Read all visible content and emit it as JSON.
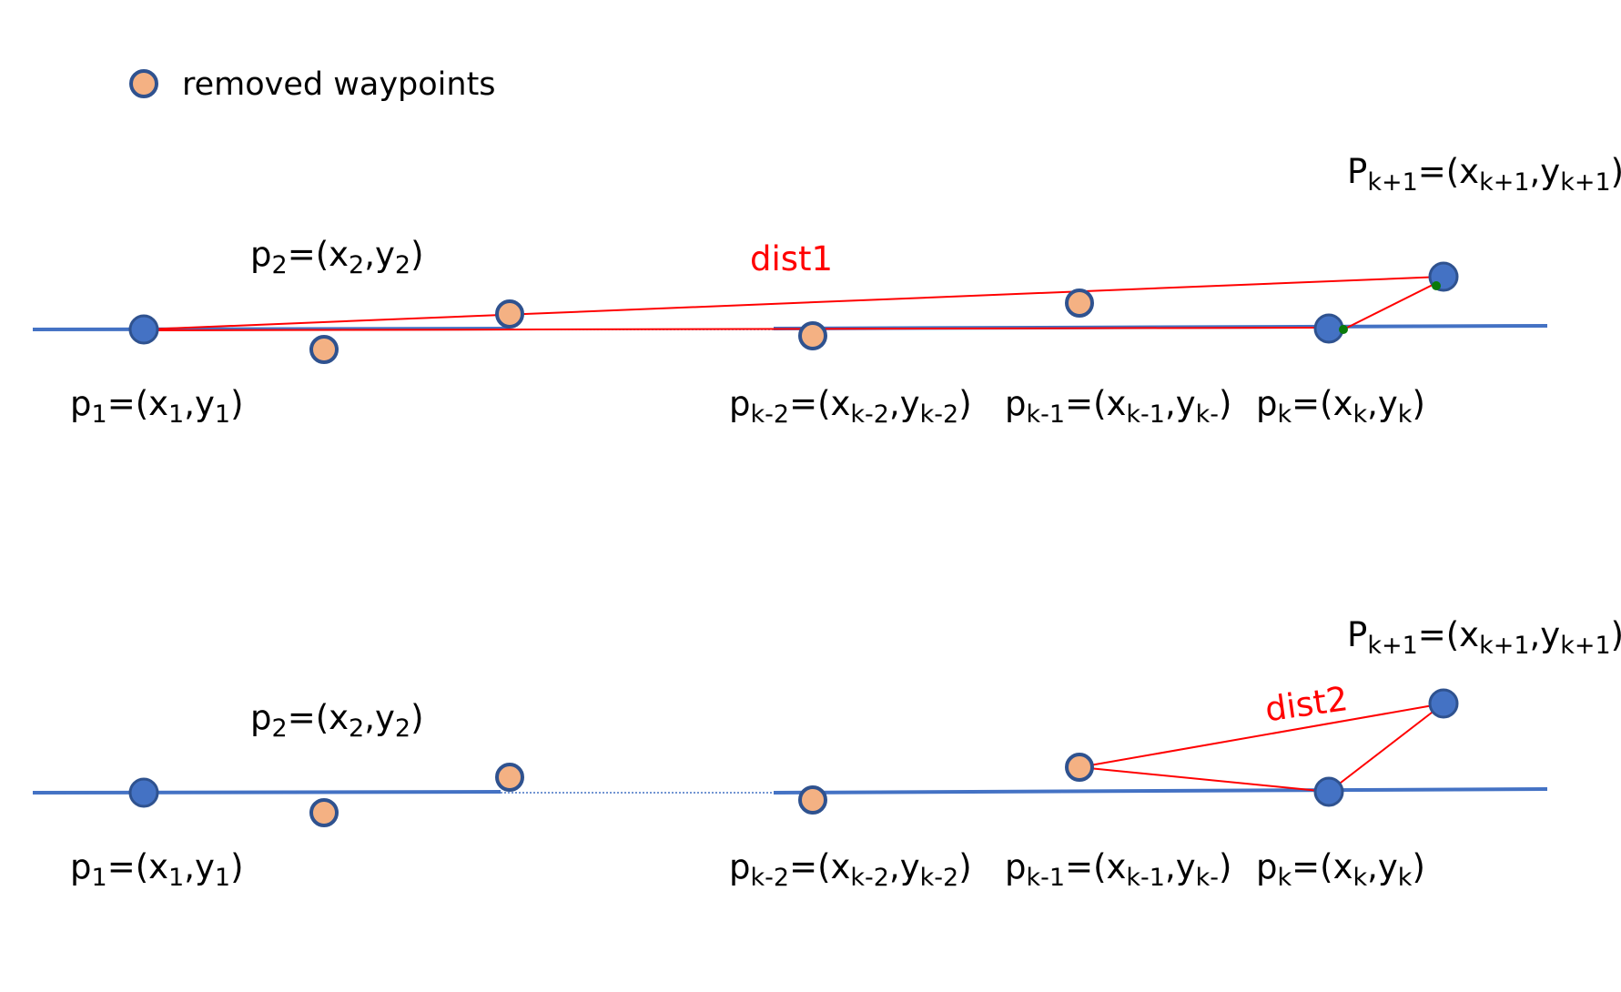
{
  "colors": {
    "kept": "#4472c4",
    "removed": "#f4b183",
    "outline": "#2f528f",
    "route": "#4472c4",
    "dist": "#ff0000",
    "projection": "#0a7a0a"
  },
  "legend": {
    "icon": "orange-circle-icon",
    "label": "removed waypoints"
  },
  "panels": [
    {
      "dist_label": "dist1",
      "labels": {
        "p1": {
          "base": "p",
          "sub1": "1",
          "mid1": "=(x",
          "sub2": "1",
          "mid2": ",y",
          "sub3": "1",
          "tail": ")"
        },
        "p2": {
          "base": "p",
          "sub1": "2",
          "mid1": "=(x",
          "sub2": "2",
          "mid2": ",y",
          "sub3": "2",
          "tail": ")"
        },
        "pkm2": {
          "base": "p",
          "sub1": "k-2",
          "mid1": "=(x",
          "sub2": "k-2",
          "mid2": ",y",
          "sub3": "k-2",
          "tail": ")"
        },
        "pkm1": {
          "base": "p",
          "sub1": "k-1",
          "mid1": "=(x",
          "sub2": "k-1",
          "mid2": ",y",
          "sub3": "k-",
          "tail": ")"
        },
        "pk": {
          "base": "p",
          "sub1": "k",
          "mid1": "=(x",
          "sub2": "k",
          "mid2": ",y",
          "sub3": "k",
          "tail": ")"
        },
        "pkp1": {
          "base": "P",
          "sub1": "k+1",
          "mid1": "=(x",
          "sub2": "k+1",
          "mid2": ",y",
          "sub3": "k+1",
          "tail": ")"
        }
      }
    },
    {
      "dist_label": "dist2",
      "labels": {
        "p1": {
          "base": "p",
          "sub1": "1",
          "mid1": "=(x",
          "sub2": "1",
          "mid2": ",y",
          "sub3": "1",
          "tail": ")"
        },
        "p2": {
          "base": "p",
          "sub1": "2",
          "mid1": "=(x",
          "sub2": "2",
          "mid2": ",y",
          "sub3": "2",
          "tail": ")"
        },
        "pkm2": {
          "base": "p",
          "sub1": "k-2",
          "mid1": "=(x",
          "sub2": "k-2",
          "mid2": ",y",
          "sub3": "k-2",
          "tail": ")"
        },
        "pkm1": {
          "base": "p",
          "sub1": "k-1",
          "mid1": "=(x",
          "sub2": "k-1",
          "mid2": ",y",
          "sub3": "k-",
          "tail": ")"
        },
        "pk": {
          "base": "p",
          "sub1": "k",
          "mid1": "=(x",
          "sub2": "k",
          "mid2": ",y",
          "sub3": "k",
          "tail": ")"
        },
        "pkp1": {
          "base": "P",
          "sub1": "k+1",
          "mid1": "=(x",
          "sub2": "k+1",
          "mid2": ",y",
          "sub3": "k+1",
          "tail": ")"
        }
      }
    }
  ]
}
